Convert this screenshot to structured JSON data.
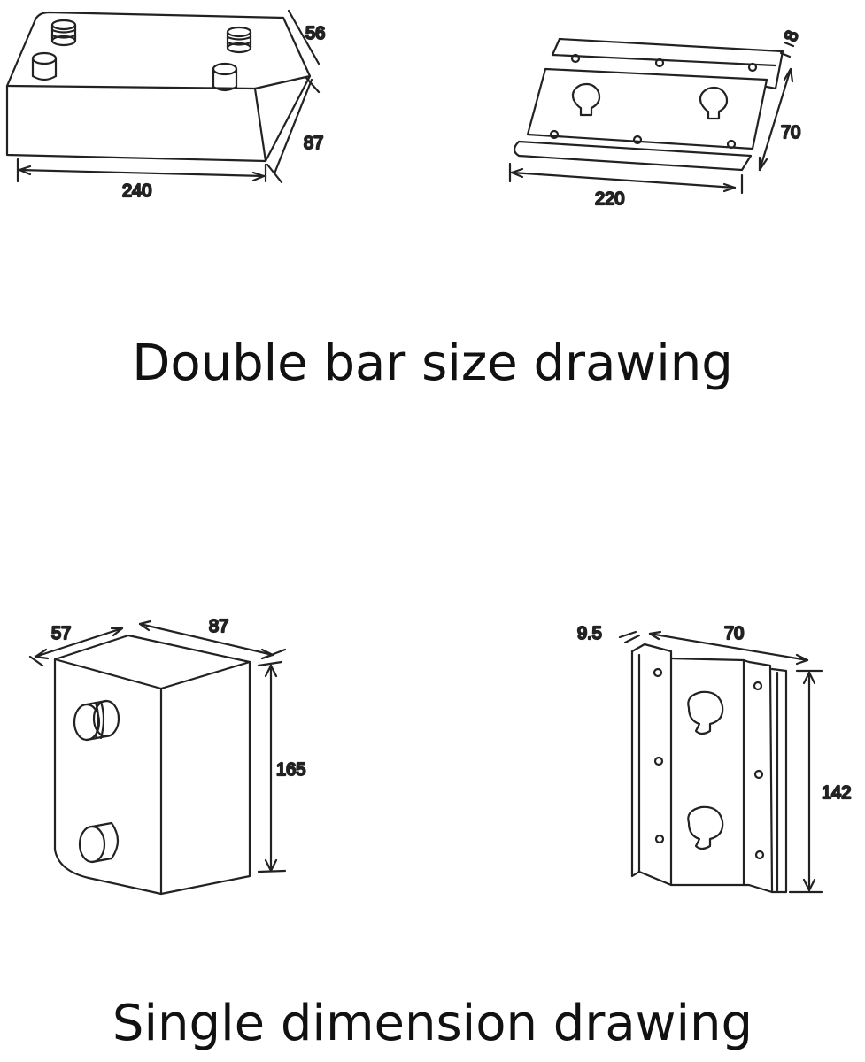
{
  "headings": {
    "double": "Double bar size drawing",
    "single": "Single dimension drawing"
  },
  "double_bar": {
    "body": {
      "width": "240",
      "depth": "87",
      "height": "56"
    },
    "plate": {
      "width": "220",
      "height": "70",
      "thickness": "8"
    }
  },
  "single": {
    "body": {
      "depth": "57",
      "width": "87",
      "height": "165"
    },
    "plate": {
      "thickness": "9.5",
      "width": "70",
      "height": "142"
    }
  },
  "colors": {
    "line": "#222222",
    "background": "#ffffff"
  }
}
